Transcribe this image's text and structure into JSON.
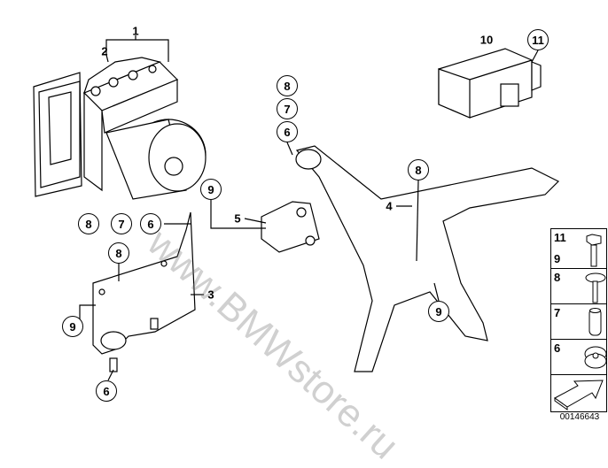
{
  "callouts": {
    "c1": "1",
    "c2": "2",
    "c10": "10",
    "c11": "11",
    "c8a": "8",
    "c7a": "7",
    "c6a": "6",
    "c9a": "9",
    "c5": "5",
    "c8b": "8",
    "c4": "4",
    "c8c": "8",
    "c7c": "7",
    "c6c": "6",
    "c8d": "8",
    "c3": "3",
    "c9b": "9",
    "c9c": "9",
    "c6d": "6"
  },
  "legend": {
    "rows": [
      {
        "label_a": "11",
        "label_b": "9"
      },
      {
        "label": "8"
      },
      {
        "label": "7"
      },
      {
        "label": "6"
      }
    ]
  },
  "diagram_code": "00146643",
  "watermark": "www.BMWstore.ru"
}
